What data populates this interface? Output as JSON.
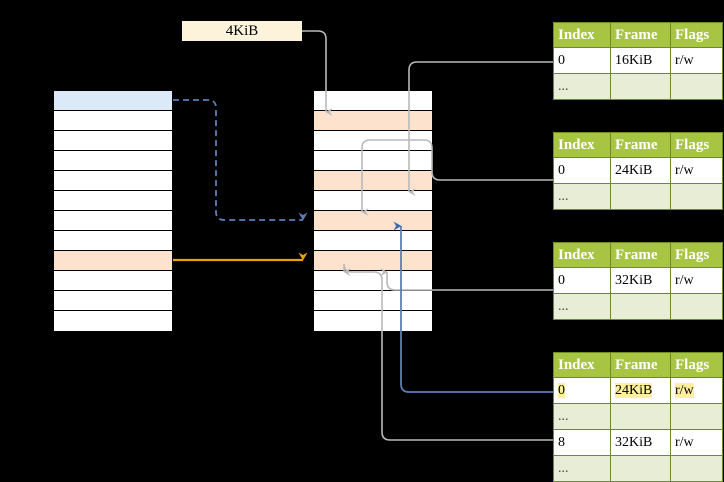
{
  "diagram": {
    "title_label": "4KiB",
    "left_column": {
      "name": "virtual-address-space",
      "rows": 12,
      "highlights": [
        {
          "index": 0,
          "color": "#dce9f9",
          "style": "blue"
        },
        {
          "index": 8,
          "color": "#fde3cd",
          "style": "peach"
        }
      ]
    },
    "middle_column": {
      "name": "physical-memory",
      "rows": 12,
      "highlights": [
        {
          "index": 1,
          "color": "#fde3cd",
          "style": "peach"
        },
        {
          "index": 4,
          "color": "#fde3cd",
          "style": "peach"
        },
        {
          "index": 6,
          "color": "#fde3cd",
          "style": "peach"
        },
        {
          "index": 8,
          "color": "#fde3cd",
          "style": "peach"
        }
      ]
    },
    "colors": {
      "header_green": "#a7c543",
      "header_border": "#6f8c23",
      "alt_row": "#e8eed6",
      "highlight_yellow": "#ffef9e",
      "blue_row": "#dce9f9",
      "peach_row": "#fde3cd",
      "label_bg": "#fdf3db",
      "orange_arrow": "#e8a200",
      "blue_arrow": "#5b7fb5",
      "gray_arrow": "#b3b3b3"
    }
  },
  "tables": [
    {
      "name": "page-table-1",
      "headers": [
        "Index",
        "Frame",
        "Flags"
      ],
      "rows": [
        {
          "cells": [
            "0",
            "16KiB",
            "r/w"
          ],
          "alt": false,
          "highlight": []
        },
        {
          "cells": [
            "...",
            "",
            ""
          ],
          "alt": true,
          "highlight": []
        }
      ]
    },
    {
      "name": "page-table-2",
      "headers": [
        "Index",
        "Frame",
        "Flags"
      ],
      "rows": [
        {
          "cells": [
            "0",
            "24KiB",
            "r/w"
          ],
          "alt": false,
          "highlight": []
        },
        {
          "cells": [
            "...",
            "",
            ""
          ],
          "alt": true,
          "highlight": []
        }
      ]
    },
    {
      "name": "page-table-3",
      "headers": [
        "Index",
        "Frame",
        "Flags"
      ],
      "rows": [
        {
          "cells": [
            "0",
            "32KiB",
            "r/w"
          ],
          "alt": false,
          "highlight": []
        },
        {
          "cells": [
            "...",
            "",
            ""
          ],
          "alt": true,
          "highlight": []
        }
      ]
    },
    {
      "name": "page-table-4",
      "headers": [
        "Index",
        "Frame",
        "Flags"
      ],
      "rows": [
        {
          "cells": [
            "0",
            "24KiB",
            "r/w"
          ],
          "alt": false,
          "highlight": [
            0,
            1,
            2
          ]
        },
        {
          "cells": [
            "...",
            "",
            ""
          ],
          "alt": true,
          "highlight": []
        },
        {
          "cells": [
            "8",
            "32KiB",
            "r/w"
          ],
          "alt": false,
          "highlight": []
        },
        {
          "cells": [
            "...",
            "",
            ""
          ],
          "alt": true,
          "highlight": []
        }
      ]
    }
  ]
}
